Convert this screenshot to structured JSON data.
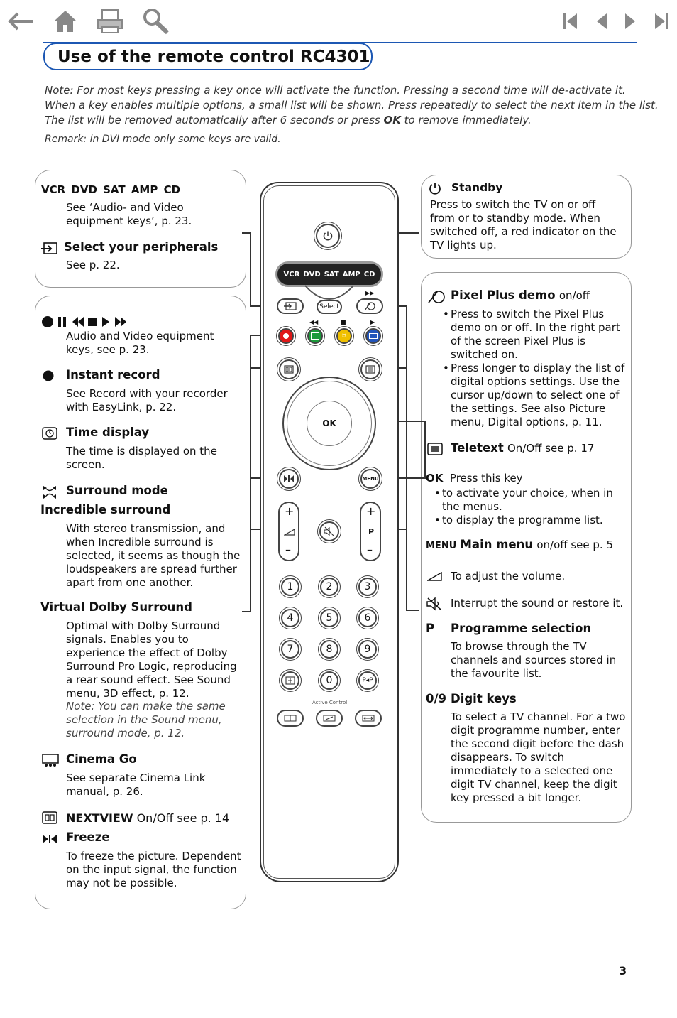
{
  "nav": {
    "back": "back-arrow",
    "home": "home",
    "print": "print",
    "search": "search",
    "first": "first-page",
    "prev": "previous-page",
    "next": "next-page",
    "last": "last-page"
  },
  "title": "Use of the remote control RC4301",
  "note": {
    "line1": "Note: For most keys pressing a key once will activate the function. Pressing a second time will de-activate it.",
    "line2": "When a key enables multiple options, a small list will be shown. Press repeatedly to select the next item in the list.",
    "line3_pre": "The list will be removed automatically after 6 seconds or press ",
    "line3_ok": "OK",
    "line3_post": " to remove immediately.",
    "remark": "Remark: in DVI mode only some keys are valid."
  },
  "left_top": {
    "modes": "VCR  DVD  SAT  AMP  CD",
    "modes_text": "See ‘Audio- and Video equipment keys’, p. 23.",
    "peripherals_title": "Select your peripherals",
    "peripherals_text": "See p. 22."
  },
  "left_main": {
    "av_symbols": "●❚❚◀◀■▶▶▶",
    "av_text": "Audio and Video equipment keys, see p. 23.",
    "record_title": "Instant record",
    "record_text": "See Record with your recorder with EasyLink, p. 22.",
    "time_title": "Time display",
    "time_text": "The time is displayed on the screen.",
    "surround_title": "Surround mode",
    "incredible_title": "Incredible surround",
    "incredible_text": "With stereo transmission, and when Incredible surround is selected, it seems as though the loudspeakers are spread further apart from one another.",
    "dolby_title": "Virtual Dolby Surround",
    "dolby_text": "Optimal with Dolby Surround signals. Enables you to experience the effect of Dolby Surround Pro Logic, reproducing a rear sound effect. See Sound menu, 3D effect, p. 12.",
    "dolby_note": "Note: You can make the same selection in the Sound menu, surround mode, p. 12.",
    "cinema_title": "Cinema Go",
    "cinema_text": "See separate Cinema Link manual, p. 26.",
    "nextview_label": "NEXTVIEW",
    "nextview_text": "On/Off  see p. 14",
    "freeze_title": "Freeze",
    "freeze_text": "To freeze the picture. Dependent on the input signal, the function may not be possible."
  },
  "right_top": {
    "standby_title": "Standby",
    "standby_text": "Press to switch the TV on or off from or to standby mode. When switched off, a red indicator on the TV lights up."
  },
  "right_main": {
    "pixel_title": "Pixel Plus demo",
    "pixel_suffix": "on/off",
    "pixel_b1": "Press to switch the Pixel Plus demo on or off. In the right part of the screen Pixel Plus is switched on.",
    "pixel_b2": "Press longer to display the list of digital options settings. Use the cursor up/down to select one of the settings. See also Picture menu, Digital options, p. 11.",
    "teletext_title": "Teletext",
    "teletext_suffix": "On/Off   see p. 17",
    "ok_label": "OK",
    "ok_text": "Press this key",
    "ok_b1": "to activate your choice, when in the menus.",
    "ok_b2": "to display the programme list.",
    "menu_label": "MENU",
    "menu_title": "Main menu",
    "menu_suffix": "on/off   see p. 5",
    "volume_text": "To adjust the volume.",
    "mute_text": "Interrupt the sound or restore it.",
    "p_label": "P",
    "prog_title": "Programme selection",
    "prog_text": "To browse through the TV channels and sources stored in the favourite list.",
    "digit_label": "0/9",
    "digit_title": "Digit keys",
    "digit_text": "To select a TV channel. For a two digit programme number, enter the second digit before the dash disappears. To switch immediately to a selected one digit TV channel, keep the digit key pressed a bit longer."
  },
  "remote": {
    "modes": [
      "VCR",
      "DVD",
      "SAT",
      "AMP",
      "CD"
    ],
    "select": "Select",
    "ok": "OK",
    "menu": "MENU",
    "p": "P",
    "digits": [
      "1",
      "2",
      "3",
      "4",
      "5",
      "6",
      "7",
      "8",
      "9",
      "0"
    ],
    "pip": "P◂P",
    "active_control": "Active Control"
  },
  "page_number": "3",
  "colors": {
    "accent": "#1c57b3",
    "red": "#e01818",
    "green": "#1a9a3a",
    "yellow": "#f0c000",
    "blue": "#2255bb"
  }
}
